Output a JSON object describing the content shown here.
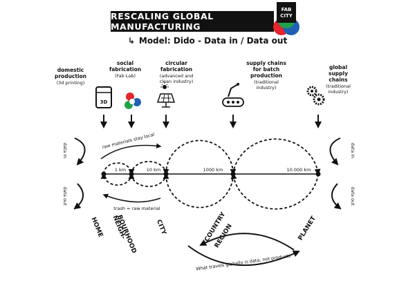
{
  "header": {
    "title": "RESCALING GLOBAL MANUFACTURING",
    "logo_text_top": "FAB",
    "logo_text_bottom": "CITY",
    "subtitle_arrow": "↳",
    "subtitle": "Model: Dido - Data in / Data out"
  },
  "production_types": [
    {
      "line1": "domestic",
      "line2": "production",
      "note": "(3d printing)",
      "icon": "3d-printer-icon",
      "icon_text": "3D"
    },
    {
      "line1": "social",
      "line2": "fabrication",
      "note": "(Fab Lab)",
      "icon": "fab-lab-logo-icon"
    },
    {
      "line1": "circular",
      "line2": "fabrication",
      "note": "(advanced and",
      "note2": "clean industry)",
      "icon": "solar-panel-icon"
    },
    {
      "line1": "supply chains",
      "line2": "for batch",
      "line3": "production",
      "note": "(traditional",
      "note2": "industry)",
      "icon": "conveyor-robot-icon"
    },
    {
      "line1": "global",
      "line2": "supply",
      "line3": "chains",
      "note": "(traditional",
      "note2": "industry)",
      "icon": "gears-icon"
    }
  ],
  "distances": [
    "1 km",
    "10 km",
    "1000 km",
    "10.000 km"
  ],
  "flow_labels": {
    "data_in": "data in",
    "data_out": "data out",
    "raw_materials": "raw materials stay local",
    "trash": "trash = raw material",
    "global": "What travels globally is data, not products"
  },
  "scales": [
    "HOME",
    "NEIGH-",
    "BOURHOOD",
    "CITY",
    "COUNTRY",
    "REGION",
    "PLANET"
  ],
  "colors": {
    "ink": "#111111",
    "logo_red": "#e5242c",
    "logo_green": "#1fa34a",
    "logo_blue": "#1f5fb4"
  }
}
